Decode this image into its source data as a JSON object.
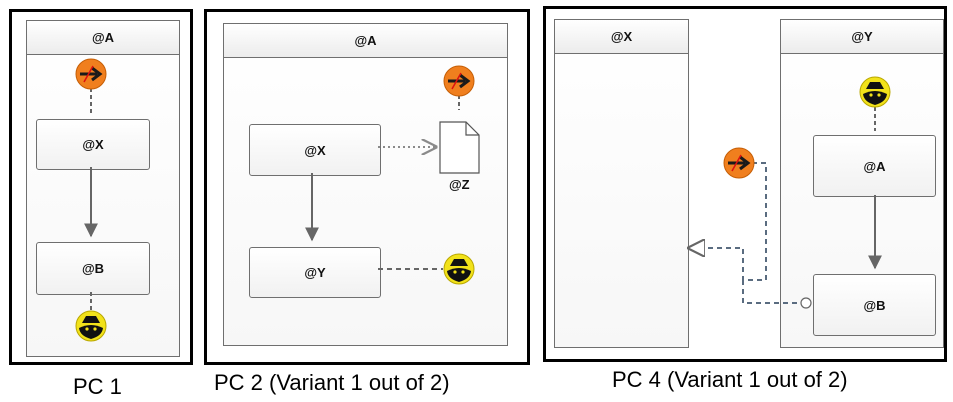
{
  "panels": [
    {
      "caption": "PC 1",
      "lanes": [
        "@A"
      ],
      "nodes": [
        "@X",
        "@B"
      ]
    },
    {
      "caption": "PC 2 (Variant 1 out of 2)",
      "lanes": [
        "@A"
      ],
      "nodes": [
        "@X",
        "@Y"
      ],
      "document": "@Z"
    },
    {
      "caption": "PC 4 (Variant 1 out of 2)",
      "lanes": [
        "@X",
        "@Y"
      ],
      "nodes": [
        "@A",
        "@B"
      ]
    }
  ],
  "colors": {
    "start_event": "#f07f1e",
    "end_event": "#f2e21a",
    "connector": "#666666",
    "frame": "#000000"
  },
  "icons": {
    "start": "forward-arrow-icon",
    "end": "hooded-figure-icon"
  }
}
